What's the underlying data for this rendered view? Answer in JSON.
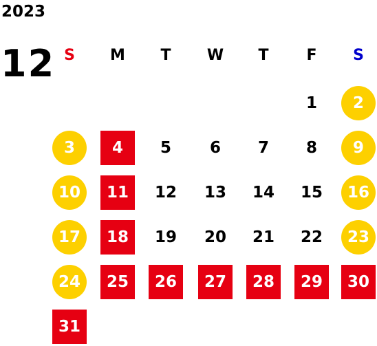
{
  "calendar": {
    "year": "2023",
    "month": "12",
    "weekdays": [
      "S",
      "M",
      "T",
      "W",
      "T",
      "F",
      "S"
    ],
    "weekday_colors": [
      "#e60012",
      "#000000",
      "#000000",
      "#000000",
      "#000000",
      "#000000",
      "#0000cc"
    ],
    "colors": {
      "holiday_box": "#e60012",
      "weekend_circle": "#fdd000",
      "holiday_text": "#ffffff",
      "plain_text": "#000000"
    },
    "weeks": [
      [
        null,
        null,
        null,
        null,
        null,
        {
          "day": "1",
          "style": "plain"
        },
        {
          "day": "2",
          "style": "weekend"
        }
      ],
      [
        {
          "day": "3",
          "style": "weekend"
        },
        {
          "day": "4",
          "style": "holiday"
        },
        {
          "day": "5",
          "style": "plain"
        },
        {
          "day": "6",
          "style": "plain"
        },
        {
          "day": "7",
          "style": "plain"
        },
        {
          "day": "8",
          "style": "plain"
        },
        {
          "day": "9",
          "style": "weekend"
        }
      ],
      [
        {
          "day": "10",
          "style": "weekend"
        },
        {
          "day": "11",
          "style": "holiday"
        },
        {
          "day": "12",
          "style": "plain"
        },
        {
          "day": "13",
          "style": "plain"
        },
        {
          "day": "14",
          "style": "plain"
        },
        {
          "day": "15",
          "style": "plain"
        },
        {
          "day": "16",
          "style": "weekend"
        }
      ],
      [
        {
          "day": "17",
          "style": "weekend"
        },
        {
          "day": "18",
          "style": "holiday"
        },
        {
          "day": "19",
          "style": "plain"
        },
        {
          "day": "20",
          "style": "plain"
        },
        {
          "day": "21",
          "style": "plain"
        },
        {
          "day": "22",
          "style": "plain"
        },
        {
          "day": "23",
          "style": "weekend"
        }
      ],
      [
        {
          "day": "24",
          "style": "weekend"
        },
        {
          "day": "25",
          "style": "holiday"
        },
        {
          "day": "26",
          "style": "holiday"
        },
        {
          "day": "27",
          "style": "holiday"
        },
        {
          "day": "28",
          "style": "holiday"
        },
        {
          "day": "29",
          "style": "holiday"
        },
        {
          "day": "30",
          "style": "holiday"
        }
      ],
      [
        {
          "day": "31",
          "style": "holiday"
        },
        null,
        null,
        null,
        null,
        null,
        null
      ]
    ]
  }
}
